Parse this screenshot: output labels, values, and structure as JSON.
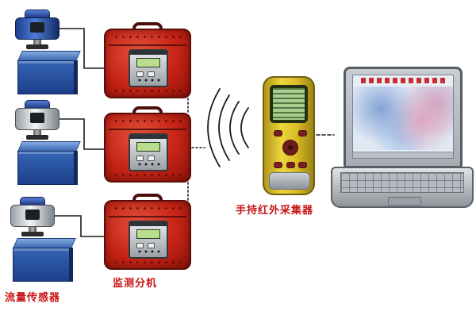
{
  "labels": {
    "flow_sensor": "流量传感器",
    "monitor_branch": "监测分机",
    "handheld_collector": "手持红外采集器"
  },
  "colors": {
    "label_text": "#c81414",
    "case_red": "#c42315",
    "tank_blue": "#2a57a8",
    "handheld_yellow": "#e4c832",
    "lcd_green": "#a6cf8d",
    "line_black": "#1c1c1c"
  },
  "nodes": [
    {
      "id": "flow-sensor-1",
      "type": "flow-sensor"
    },
    {
      "id": "flow-sensor-2",
      "type": "flow-sensor"
    },
    {
      "id": "flow-sensor-3",
      "type": "flow-sensor"
    },
    {
      "id": "monitor-case-1",
      "type": "monitor-branch-unit"
    },
    {
      "id": "monitor-case-2",
      "type": "monitor-branch-unit"
    },
    {
      "id": "monitor-case-3",
      "type": "monitor-branch-unit"
    },
    {
      "id": "handheld-collector",
      "type": "handheld-infrared-collector"
    },
    {
      "id": "laptop",
      "type": "computer"
    }
  ],
  "connections": [
    {
      "from": "flow-sensor-1",
      "to": "monitor-case-1",
      "style": "solid"
    },
    {
      "from": "flow-sensor-2",
      "to": "monitor-case-2",
      "style": "solid"
    },
    {
      "from": "flow-sensor-3",
      "to": "monitor-case-3",
      "style": "solid"
    },
    {
      "from": "monitor-case-1",
      "to": "monitor-case-2",
      "style": "dotted"
    },
    {
      "from": "monitor-case-2",
      "to": "monitor-case-3",
      "style": "dotted"
    },
    {
      "from": "monitor-case-2",
      "to": "handheld-collector",
      "style": "wireless"
    },
    {
      "from": "handheld-collector",
      "to": "laptop",
      "style": "dashed"
    }
  ]
}
